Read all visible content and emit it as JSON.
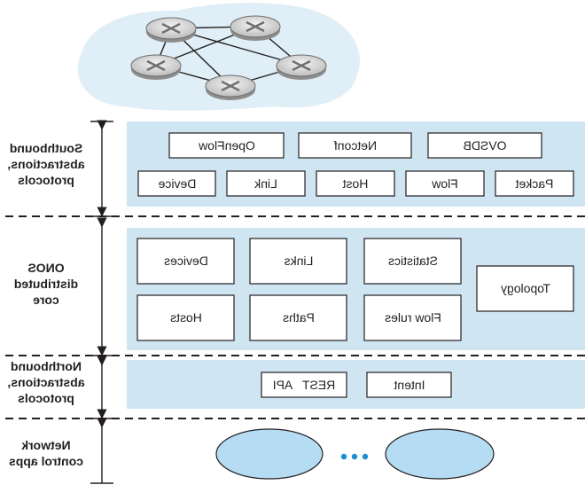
{
  "side_labels": {
    "southbound": [
      "Southbound",
      "abstractions,",
      "protocols"
    ],
    "onos": [
      "ONOS",
      "distributed",
      "core"
    ],
    "northbound": [
      "Northbound",
      "abstractions,",
      "protocols"
    ],
    "apps": [
      "Network",
      "control apps"
    ]
  },
  "southbound_layer": {
    "protocols": [
      "OpenFlow",
      "Netconf",
      "OVSDB"
    ],
    "abstractions": [
      "Device",
      "Link",
      "Host",
      "Flow",
      "Packet"
    ]
  },
  "core_layer": {
    "top_row": [
      "Devices",
      "Links",
      "Statistics"
    ],
    "bottom_row": [
      "Hosts",
      "Paths",
      "Flow rules"
    ],
    "topology": "Topology"
  },
  "northbound_layer": {
    "items": [
      "REST   API",
      "Intent"
    ]
  },
  "colors": {
    "layer_fill": "#cfe6f2",
    "cloud_fill": "#dfeef7",
    "app_fill": "#b5dcf2",
    "dots": "#1a8fd0",
    "line": "#231f20"
  }
}
